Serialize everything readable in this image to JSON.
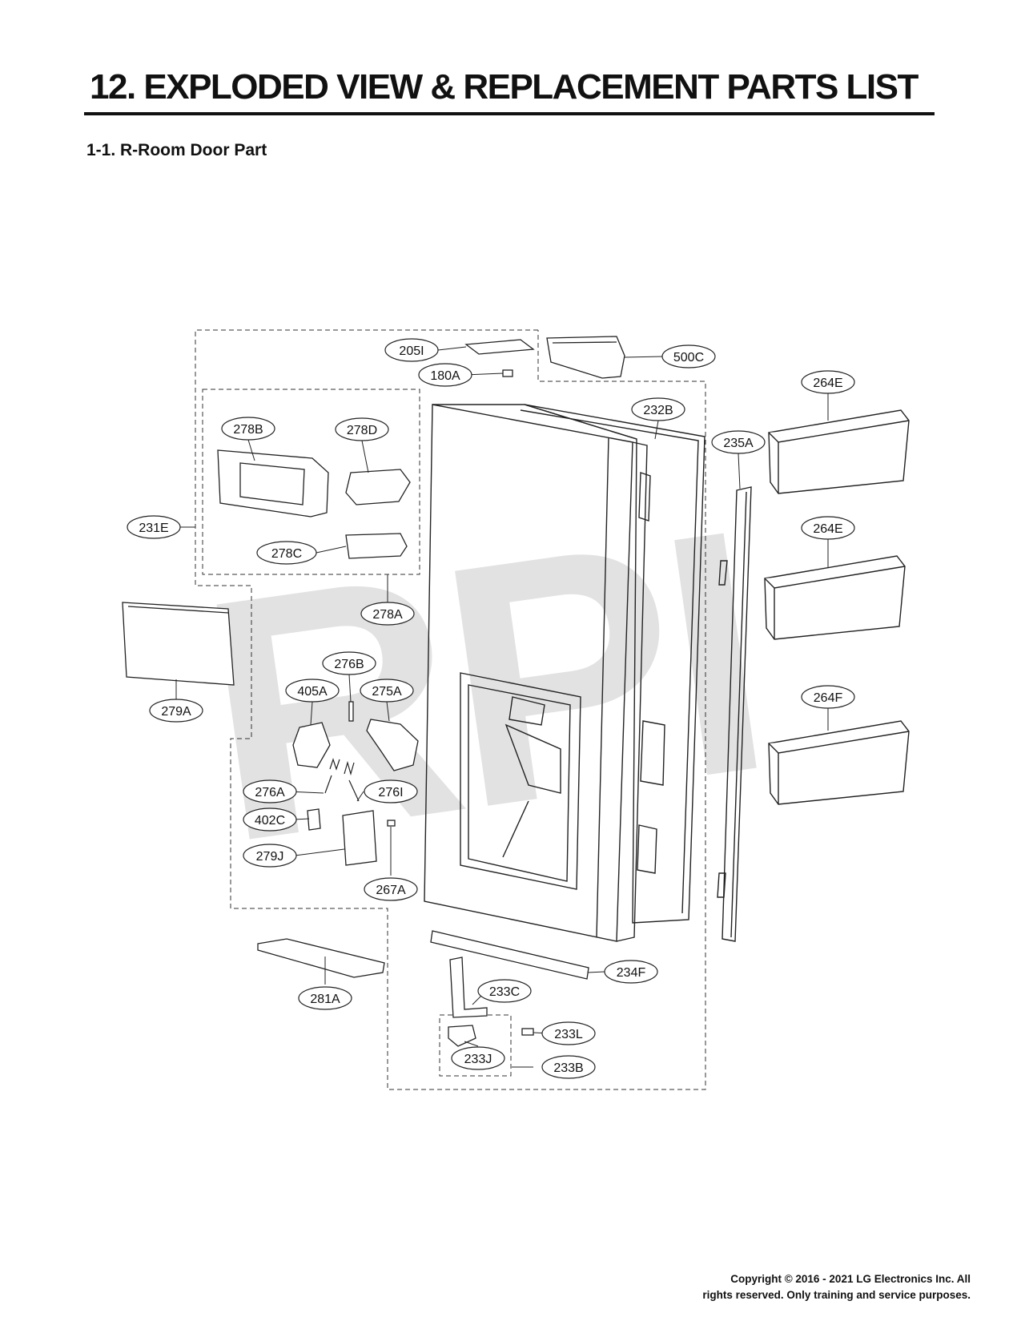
{
  "header": {
    "title": "12. EXPLODED VIEW & REPLACEMENT PARTS LIST",
    "subtitle": "1-1. R-Room Door Part"
  },
  "watermark": "RPI",
  "parts": {
    "p205I": "205I",
    "p180A": "180A",
    "p500C": "500C",
    "p264E_top": "264E",
    "p232B": "232B",
    "p278B": "278B",
    "p278D": "278D",
    "p235A": "235A",
    "p231E": "231E",
    "p278C": "278C",
    "p264E_mid": "264E",
    "p278A": "278A",
    "p276B": "276B",
    "p405A": "405A",
    "p275A": "275A",
    "p264F": "264F",
    "p279A": "279A",
    "p276A": "276A",
    "p276I": "276I",
    "p402C": "402C",
    "p279J": "279J",
    "p267A": "267A",
    "p234F": "234F",
    "p281A": "281A",
    "p233C": "233C",
    "p233L": "233L",
    "p233J": "233J",
    "p233B": "233B"
  },
  "footer": {
    "copyright_line1": "Copyright © 2016 - 2021 LG Electronics Inc. All",
    "copyright_line2": "rights reserved. Only training and service purposes."
  }
}
